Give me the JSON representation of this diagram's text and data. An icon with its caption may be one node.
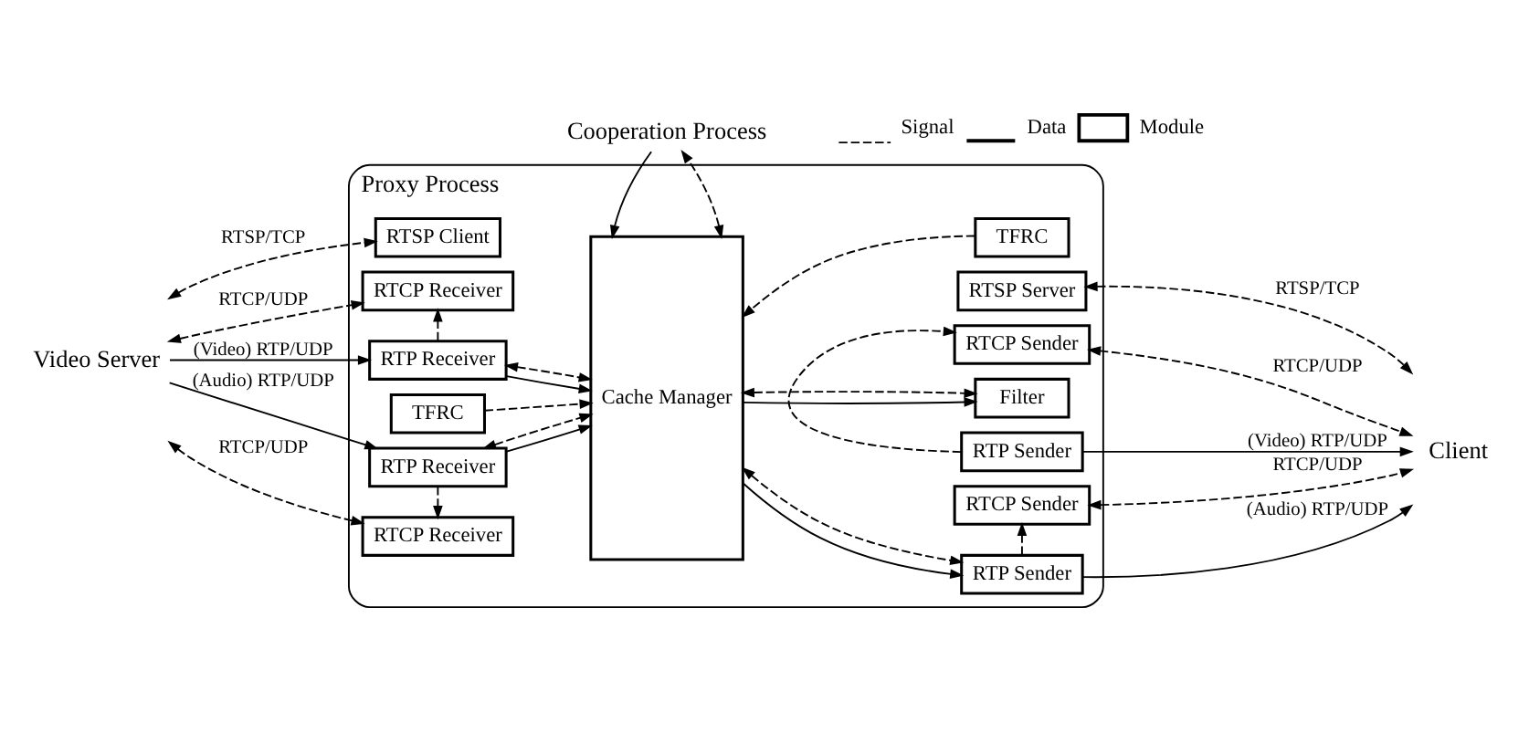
{
  "diagram": {
    "nodes": [
      {
        "text": [
          "Proxy Process"
        ]
      },
      {
        "text": [
          "RTSP Client"
        ],
        "in": 0
      },
      {
        "text": [
          "RTP Receiver"
        ],
        "in": 0
      },
      {
        "text": [
          "RTCP Receiver"
        ],
        "in": 0
      },
      {
        "text": [
          "TFRC"
        ],
        "in": 0
      },
      {
        "text": [
          "RTP Receiver"
        ],
        "in": 0
      },
      {
        "text": [
          "RTCP Receiver"
        ],
        "in": 0
      },
      {
        "text": [
          "Cache Manager"
        ],
        "in": 0
      },
      {
        "text": [
          "RTSP Server"
        ],
        "in": 0
      },
      {
        "text": [
          "Filter"
        ],
        "in": 0
      },
      {
        "text": [
          "RTP Sender"
        ],
        "in": 0
      },
      {
        "text": [
          "TFRC"
        ],
        "in": 0
      },
      {
        "text": [
          "RTCP Sender"
        ],
        "in": 0
      },
      {
        "text": [
          "RTP Sender"
        ],
        "in": 0
      },
      {
        "text": [
          "RTCP Sender"
        ],
        "in": 0
      },
      {
        "text": [
          "Video Server"
        ]
      },
      {
        "text": [
          "Client"
        ]
      },
      {
        "text": [
          "Cooperation Process"
        ]
      }
    ],
    "edges": [
      {
        "from": 15,
        "to": 1,
        "arrow": "both",
        "style": "dashed",
        "label": "RTSP/TCP"
      },
      {
        "from": 15,
        "to": 2,
        "arrow": "to",
        "label": "(Video) RTP/UDP"
      },
      {
        "from": 15,
        "to": 3,
        "arrow": "both",
        "style": "dashed",
        "label": "RTCP/UDP"
      },
      {
        "from": 15,
        "to": 5,
        "arrow": "to",
        "label": "(Audio) RTP/UDP"
      },
      {
        "from": 15,
        "to": 6,
        "arrow": "both",
        "style": "dashed",
        "label": "RTCP/UDP"
      },
      {
        "from": 2,
        "to": 3,
        "arrow": "to",
        "style": "dashed"
      },
      {
        "from": 5,
        "to": 6,
        "arrow": "to",
        "style": "dashed"
      },
      {
        "from": 2,
        "to": 7,
        "arrow": "to"
      },
      {
        "from": 2,
        "to": 7,
        "arrow": "both",
        "style": "dashed"
      },
      {
        "from": 4,
        "to": 7,
        "arrow": "to",
        "style": "dashed"
      },
      {
        "from": 5,
        "to": 7,
        "arrow": "to"
      },
      {
        "from": 5,
        "to": 7,
        "arrow": "both",
        "style": "dashed"
      },
      {
        "from": 7,
        "to": 9,
        "arrow": "to"
      },
      {
        "from": 7,
        "to": 9,
        "arrow": "both",
        "style": "dashed"
      },
      {
        "from": 11,
        "to": 7,
        "arrow": "to",
        "style": "dashed"
      },
      {
        "from": 7,
        "to": 13,
        "arrow": "to"
      },
      {
        "from": 7,
        "to": 13,
        "arrow": "both",
        "style": "dashed"
      },
      {
        "from": 10,
        "to": 12,
        "arrow": "to",
        "style": "dashed"
      },
      {
        "from": 13,
        "to": 14,
        "arrow": "to",
        "style": "dashed"
      },
      {
        "from": 8,
        "to": 16,
        "arrow": "both",
        "style": "dashed",
        "label": "RTSP/TCP"
      },
      {
        "from": 10,
        "to": 16,
        "arrow": "to",
        "label": "(Video) RTP/UDP"
      },
      {
        "from": 12,
        "to": 16,
        "arrow": "both",
        "style": "dashed",
        "label": "RTCP/UDP"
      },
      {
        "from": 13,
        "to": 16,
        "arrow": "to",
        "label": "(Audio) RTP/UDP"
      },
      {
        "from": 14,
        "to": 16,
        "arrow": "both",
        "style": "dashed",
        "label": "RTCP/UDP"
      },
      {
        "from": 7,
        "to": 17,
        "arrow": "both",
        "style": "dashed"
      },
      {
        "from": 17,
        "to": 7,
        "arrow": "to"
      }
    ],
    "legend": [
      {
        "text": "Signal"
      },
      {
        "text": "Data"
      },
      {
        "text": "Module"
      }
    ]
  }
}
